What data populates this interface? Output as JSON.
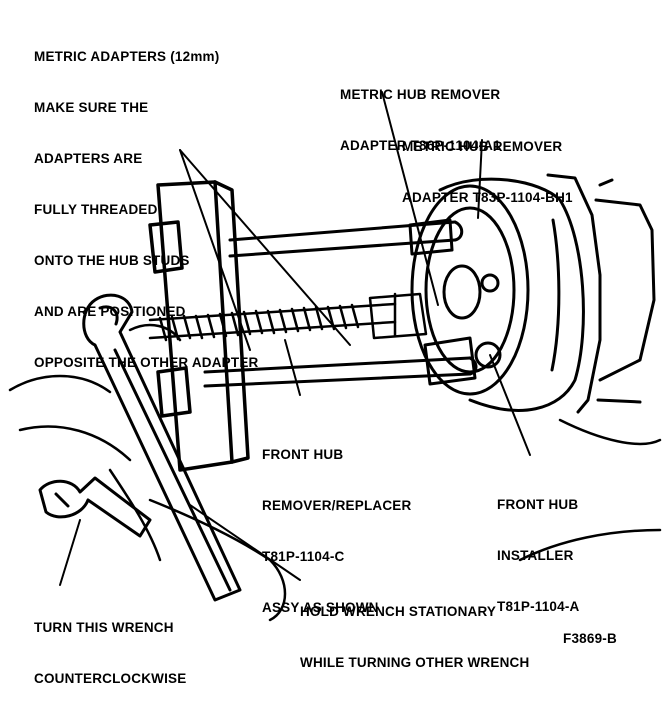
{
  "labels": {
    "metric_adapters": [
      "METRIC ADAPTERS (12mm)",
      "MAKE SURE THE",
      "ADAPTERS ARE",
      "FULLY THREADED",
      "ONTO THE HUB STUDS",
      "AND ARE POSITIONED",
      "OPPOSITE THE OTHER ADAPTER"
    ],
    "remover_adapter_a1": [
      "METRIC HUB REMOVER",
      "ADAPTER T86P-1104-A1"
    ],
    "remover_adapter_bh1": [
      "METRIC HUB REMOVER",
      "ADAPTER T83P-1104-BH1"
    ],
    "remover_replacer": [
      "FRONT HUB",
      "REMOVER/REPLACER",
      "T81P-1104-C",
      "ASSY AS SHOWN"
    ],
    "hub_installer": [
      "FRONT HUB",
      "INSTALLER",
      "T81P-1104-A"
    ],
    "turn_wrench": [
      "TURN THIS WRENCH",
      "COUNTERCLOCKWISE"
    ],
    "hold_wrench": [
      "HOLD WRENCH STATIONARY",
      "WHILE TURNING OTHER WRENCH"
    ],
    "figure_code": "F3869-B"
  }
}
